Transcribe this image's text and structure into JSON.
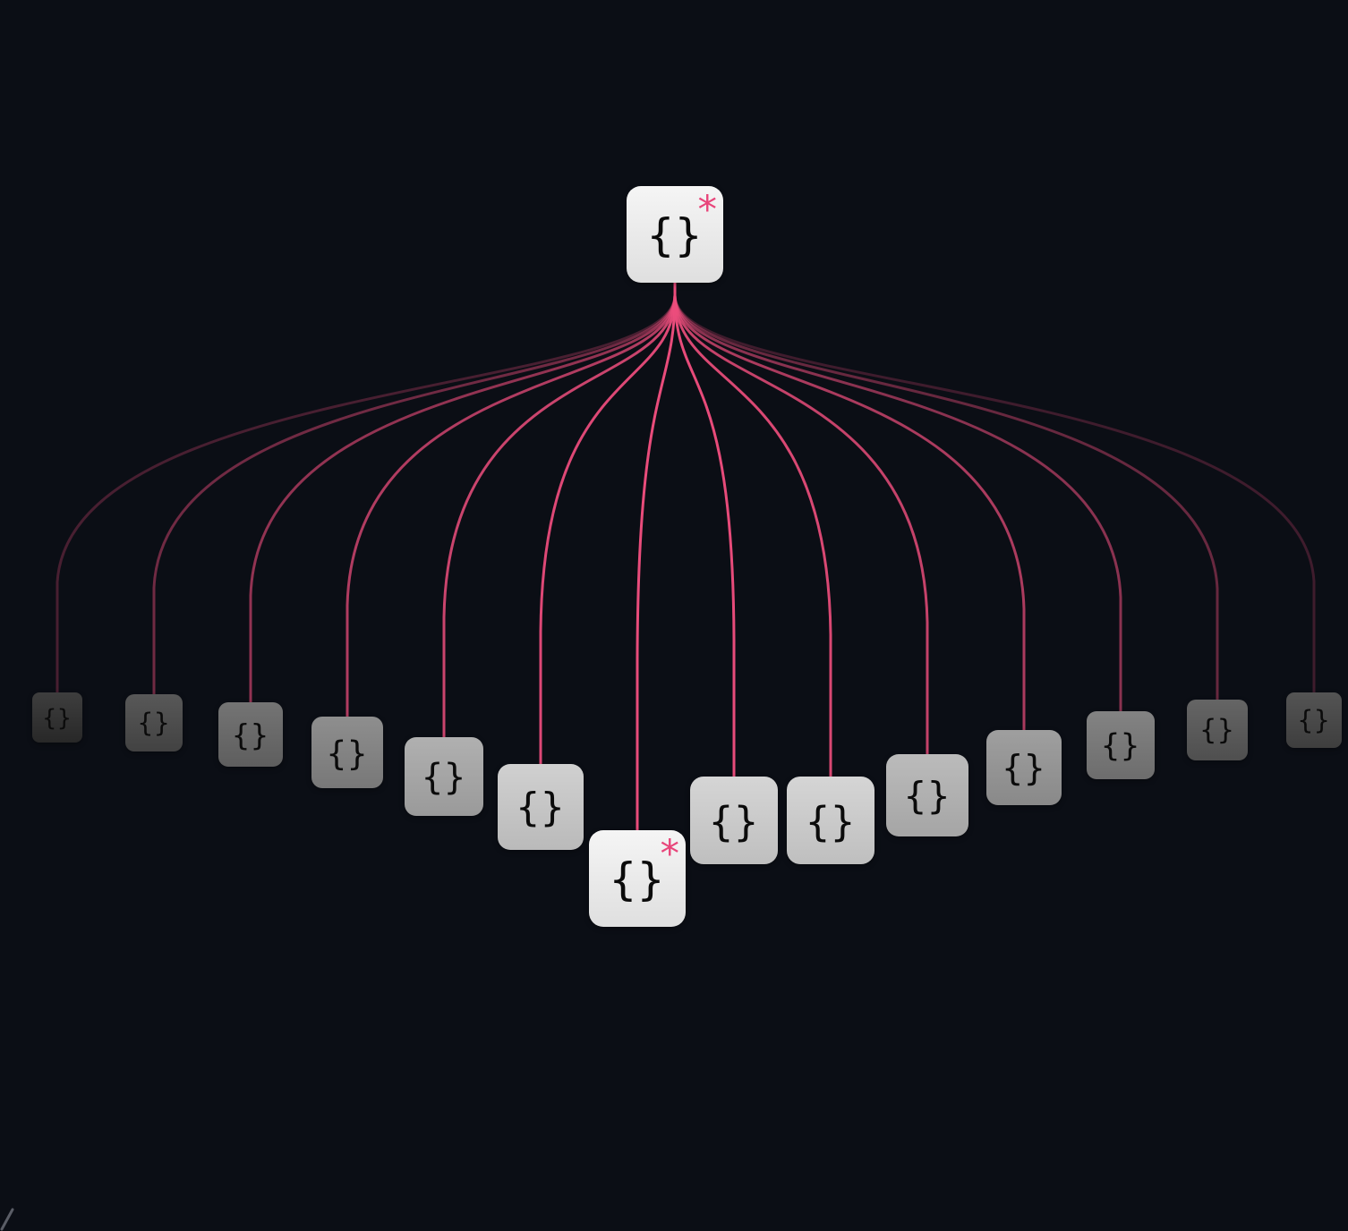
{
  "diagram": {
    "colors": {
      "background": "#0b0e15",
      "edge": "#ec4d7c",
      "star": "#e8457a"
    },
    "root": {
      "label": "{}",
      "marker": "*",
      "icon": "json-object-icon"
    },
    "children": [
      {
        "label": "{}",
        "marker": "",
        "brightness": 0.15
      },
      {
        "label": "{}",
        "marker": "",
        "brightness": 0.27
      },
      {
        "label": "{}",
        "marker": "",
        "brightness": 0.4
      },
      {
        "label": "{}",
        "marker": "",
        "brightness": 0.52
      },
      {
        "label": "{}",
        "marker": "",
        "brightness": 0.68
      },
      {
        "label": "{}",
        "marker": "",
        "brightness": 0.83
      },
      {
        "label": "{}",
        "marker": "*",
        "brightness": 1.0
      },
      {
        "label": "{}",
        "marker": "",
        "brightness": 0.85
      },
      {
        "label": "{}",
        "marker": "",
        "brightness": 0.85
      },
      {
        "label": "{}",
        "marker": "",
        "brightness": 0.73
      },
      {
        "label": "{}",
        "marker": "",
        "brightness": 0.6
      },
      {
        "label": "{}",
        "marker": "",
        "brightness": 0.47
      },
      {
        "label": "{}",
        "marker": "",
        "brightness": 0.33
      },
      {
        "label": "{}",
        "marker": "",
        "brightness": 0.25
      }
    ]
  }
}
